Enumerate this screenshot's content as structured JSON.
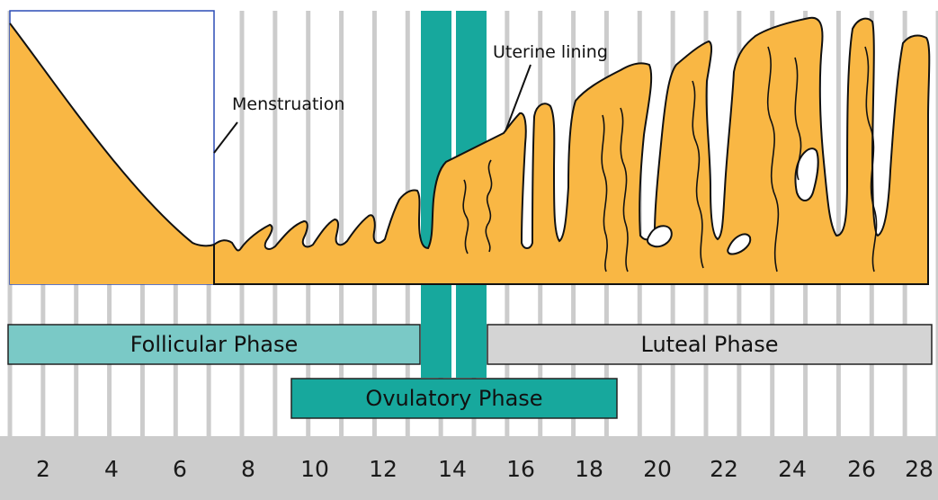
{
  "colors": {
    "gridline": "#cccccc",
    "lining_fill": "#f9b744",
    "lining_stroke": "#111111",
    "ovulation_band": "#17a89d",
    "follicular": "#7ac9c6",
    "ovulatory": "#17a89d",
    "luteal": "#d4d4d4",
    "axis_band": "#cccccc",
    "menstruation_box": "#2b4bb5"
  },
  "callouts": {
    "menstruation": "Menstruation",
    "uterine_lining": "Uterine lining"
  },
  "phases": {
    "follicular": "Follicular Phase",
    "ovulatory": "Ovulatory Phase",
    "luteal": "Luteal Phase"
  },
  "days": [
    "2",
    "4",
    "6",
    "8",
    "10",
    "12",
    "14",
    "16",
    "18",
    "20",
    "22",
    "24",
    "26",
    "28"
  ]
}
